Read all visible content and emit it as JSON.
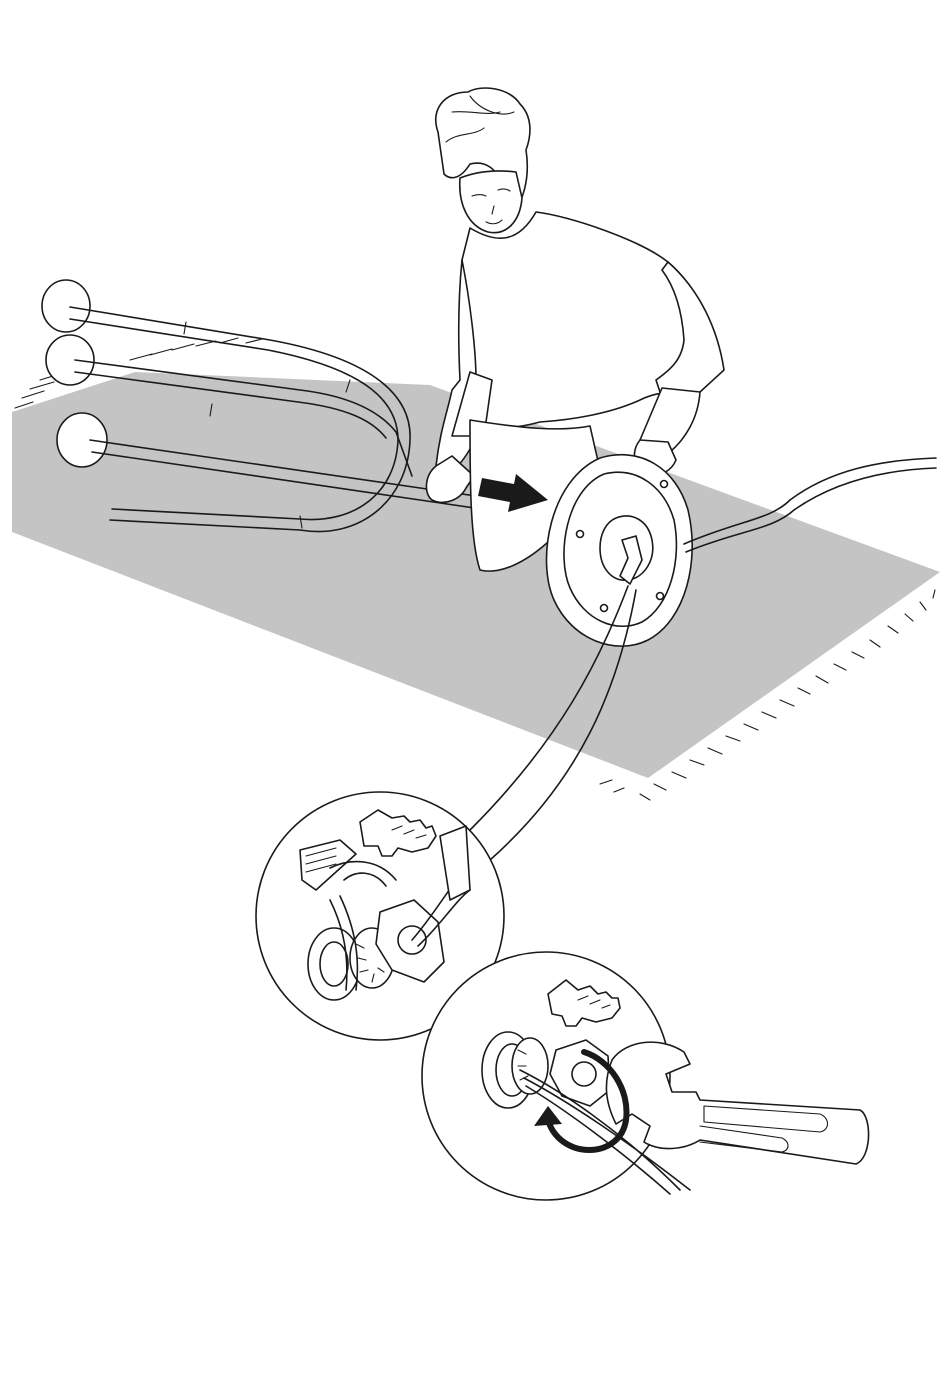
{
  "colors": {
    "line": "#1a1a1a",
    "mat": "#c4c4c4",
    "paper": "#ffffff"
  },
  "icons": {
    "push_arrow": "arrow-right-icon",
    "hand_press": "hand-point-icon",
    "rotate": "rotate-clockwise-icon"
  },
  "steps": [
    {
      "name": "insert-element",
      "icon": "arrow-right-icon"
    },
    {
      "name": "check-seating",
      "icon": "hand-point-icon"
    },
    {
      "name": "tighten-nut",
      "icon": "rotate-clockwise-icon"
    }
  ]
}
